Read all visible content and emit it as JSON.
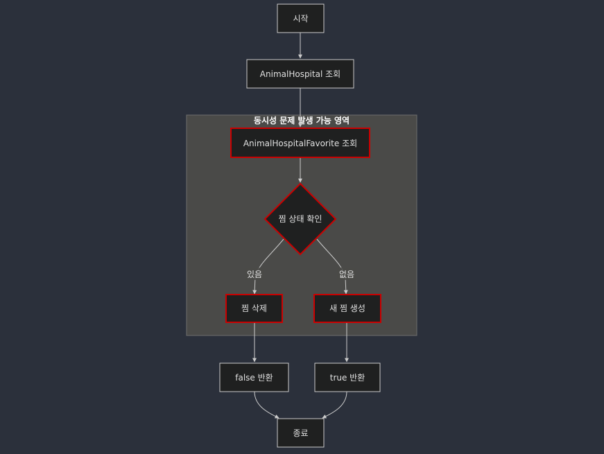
{
  "diagram": {
    "nodes": {
      "start": "시작",
      "fetch_hospital": "AnimalHospital 조회",
      "fetch_favorite": "AnimalHospitalFavorite 조회",
      "check_state": "찜 상태 확인",
      "delete_fav": "찜 삭제",
      "create_fav": "새 찜 생성",
      "return_false": "false 반환",
      "return_true": "true 반환",
      "end": "종료"
    },
    "subgraph_title": "동시성 문제 발생 가능 영역",
    "edges": {
      "yes_label": "있음",
      "no_label": "없음"
    },
    "colors": {
      "background": "#2b303b",
      "node_fill": "#1f2020",
      "node_border": "#cccccc",
      "highlight_border": "#cc0000",
      "subgraph_fill": "#4a4a48",
      "edge": "#cccccc",
      "text": "#e0e0e0"
    }
  }
}
